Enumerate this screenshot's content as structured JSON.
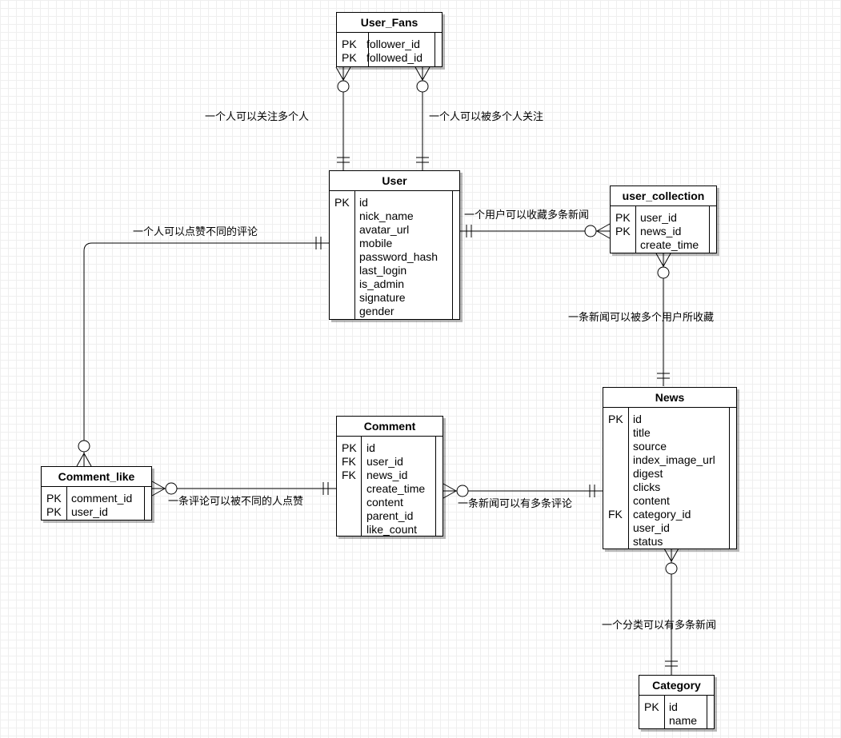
{
  "entities": {
    "user_fans": {
      "title": "User_Fans",
      "rows": [
        {
          "key": "PK",
          "field": "follower_id"
        },
        {
          "key": "PK",
          "field": "followed_id"
        }
      ]
    },
    "user": {
      "title": "User",
      "rows": [
        {
          "key": "PK",
          "field": "id"
        },
        {
          "key": "",
          "field": "nick_name"
        },
        {
          "key": "",
          "field": "avatar_url"
        },
        {
          "key": "",
          "field": "mobile"
        },
        {
          "key": "",
          "field": "password_hash"
        },
        {
          "key": "",
          "field": "last_login"
        },
        {
          "key": "",
          "field": "is_admin"
        },
        {
          "key": "",
          "field": "signature"
        },
        {
          "key": "",
          "field": "gender"
        }
      ]
    },
    "user_collection": {
      "title": "user_collection",
      "rows": [
        {
          "key": "PK",
          "field": "user_id"
        },
        {
          "key": "PK",
          "field": "news_id"
        },
        {
          "key": "",
          "field": "create_time"
        }
      ]
    },
    "news": {
      "title": "News",
      "rows": [
        {
          "key": "PK",
          "field": "id"
        },
        {
          "key": "",
          "field": "title"
        },
        {
          "key": "",
          "field": "source"
        },
        {
          "key": "",
          "field": "index_image_url"
        },
        {
          "key": "",
          "field": "digest"
        },
        {
          "key": "",
          "field": "clicks"
        },
        {
          "key": "",
          "field": "content"
        },
        {
          "key": "FK",
          "field": "category_id"
        },
        {
          "key": "",
          "field": "user_id"
        },
        {
          "key": "",
          "field": "status"
        }
      ]
    },
    "comment": {
      "title": "Comment",
      "rows": [
        {
          "key": "PK",
          "field": "id"
        },
        {
          "key": "FK",
          "field": "user_id"
        },
        {
          "key": "FK",
          "field": "news_id"
        },
        {
          "key": "",
          "field": "create_time"
        },
        {
          "key": "",
          "field": "content"
        },
        {
          "key": "",
          "field": "parent_id"
        },
        {
          "key": "",
          "field": "like_count"
        }
      ]
    },
    "comment_like": {
      "title": "Comment_like",
      "rows": [
        {
          "key": "PK",
          "field": "comment_id"
        },
        {
          "key": "PK",
          "field": "user_id"
        }
      ]
    },
    "category": {
      "title": "Category",
      "rows": [
        {
          "key": "PK",
          "field": "id"
        },
        {
          "key": "",
          "field": "name"
        }
      ]
    }
  },
  "relationships": {
    "follow": "一个人可以关注多个人",
    "followed": "一个人可以被多个人关注",
    "user_collect": "一个用户可以收藏多条新闻",
    "news_collected": "一条新闻可以被多个用户所收藏",
    "user_like": "一个人可以点赞不同的评论",
    "comment_liked": "一条评论可以被不同的人点赞",
    "news_comments": "一条新闻可以有多条评论",
    "category_news": "一个分类可以有多条新闻"
  }
}
